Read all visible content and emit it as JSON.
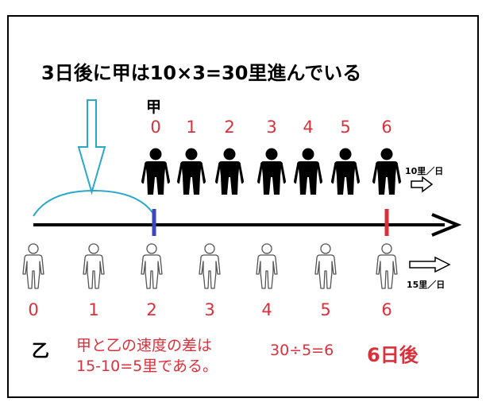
{
  "heading": "3日後に甲は10×3=30里進んでいる",
  "ko": {
    "label": "甲",
    "numbers": [
      "0",
      "1",
      "2",
      "3",
      "4",
      "5",
      "6"
    ],
    "speed": "10里／日"
  },
  "otsu": {
    "label": "乙",
    "numbers": [
      "0",
      "1",
      "2",
      "3",
      "4",
      "5",
      "6"
    ],
    "speed": "15里／日"
  },
  "note": {
    "line1": "甲と乙の速度の差は",
    "line2": "15-10=5里である。"
  },
  "calc": "30÷5=6",
  "answer": "6日後",
  "colors": {
    "red": "#d9313b",
    "arc": "#2aa7c9",
    "arrow": "#2aa7c9",
    "blue_marker": "#3a48c0",
    "red_marker": "#d9313b",
    "line": "#000000"
  },
  "icons": {
    "ko_person": "solid-person-icon",
    "otsu_person": "outline-person-icon",
    "down_arrow": "hollow-down-arrow-icon",
    "direction_arrow": "hollow-right-arrow-icon"
  }
}
